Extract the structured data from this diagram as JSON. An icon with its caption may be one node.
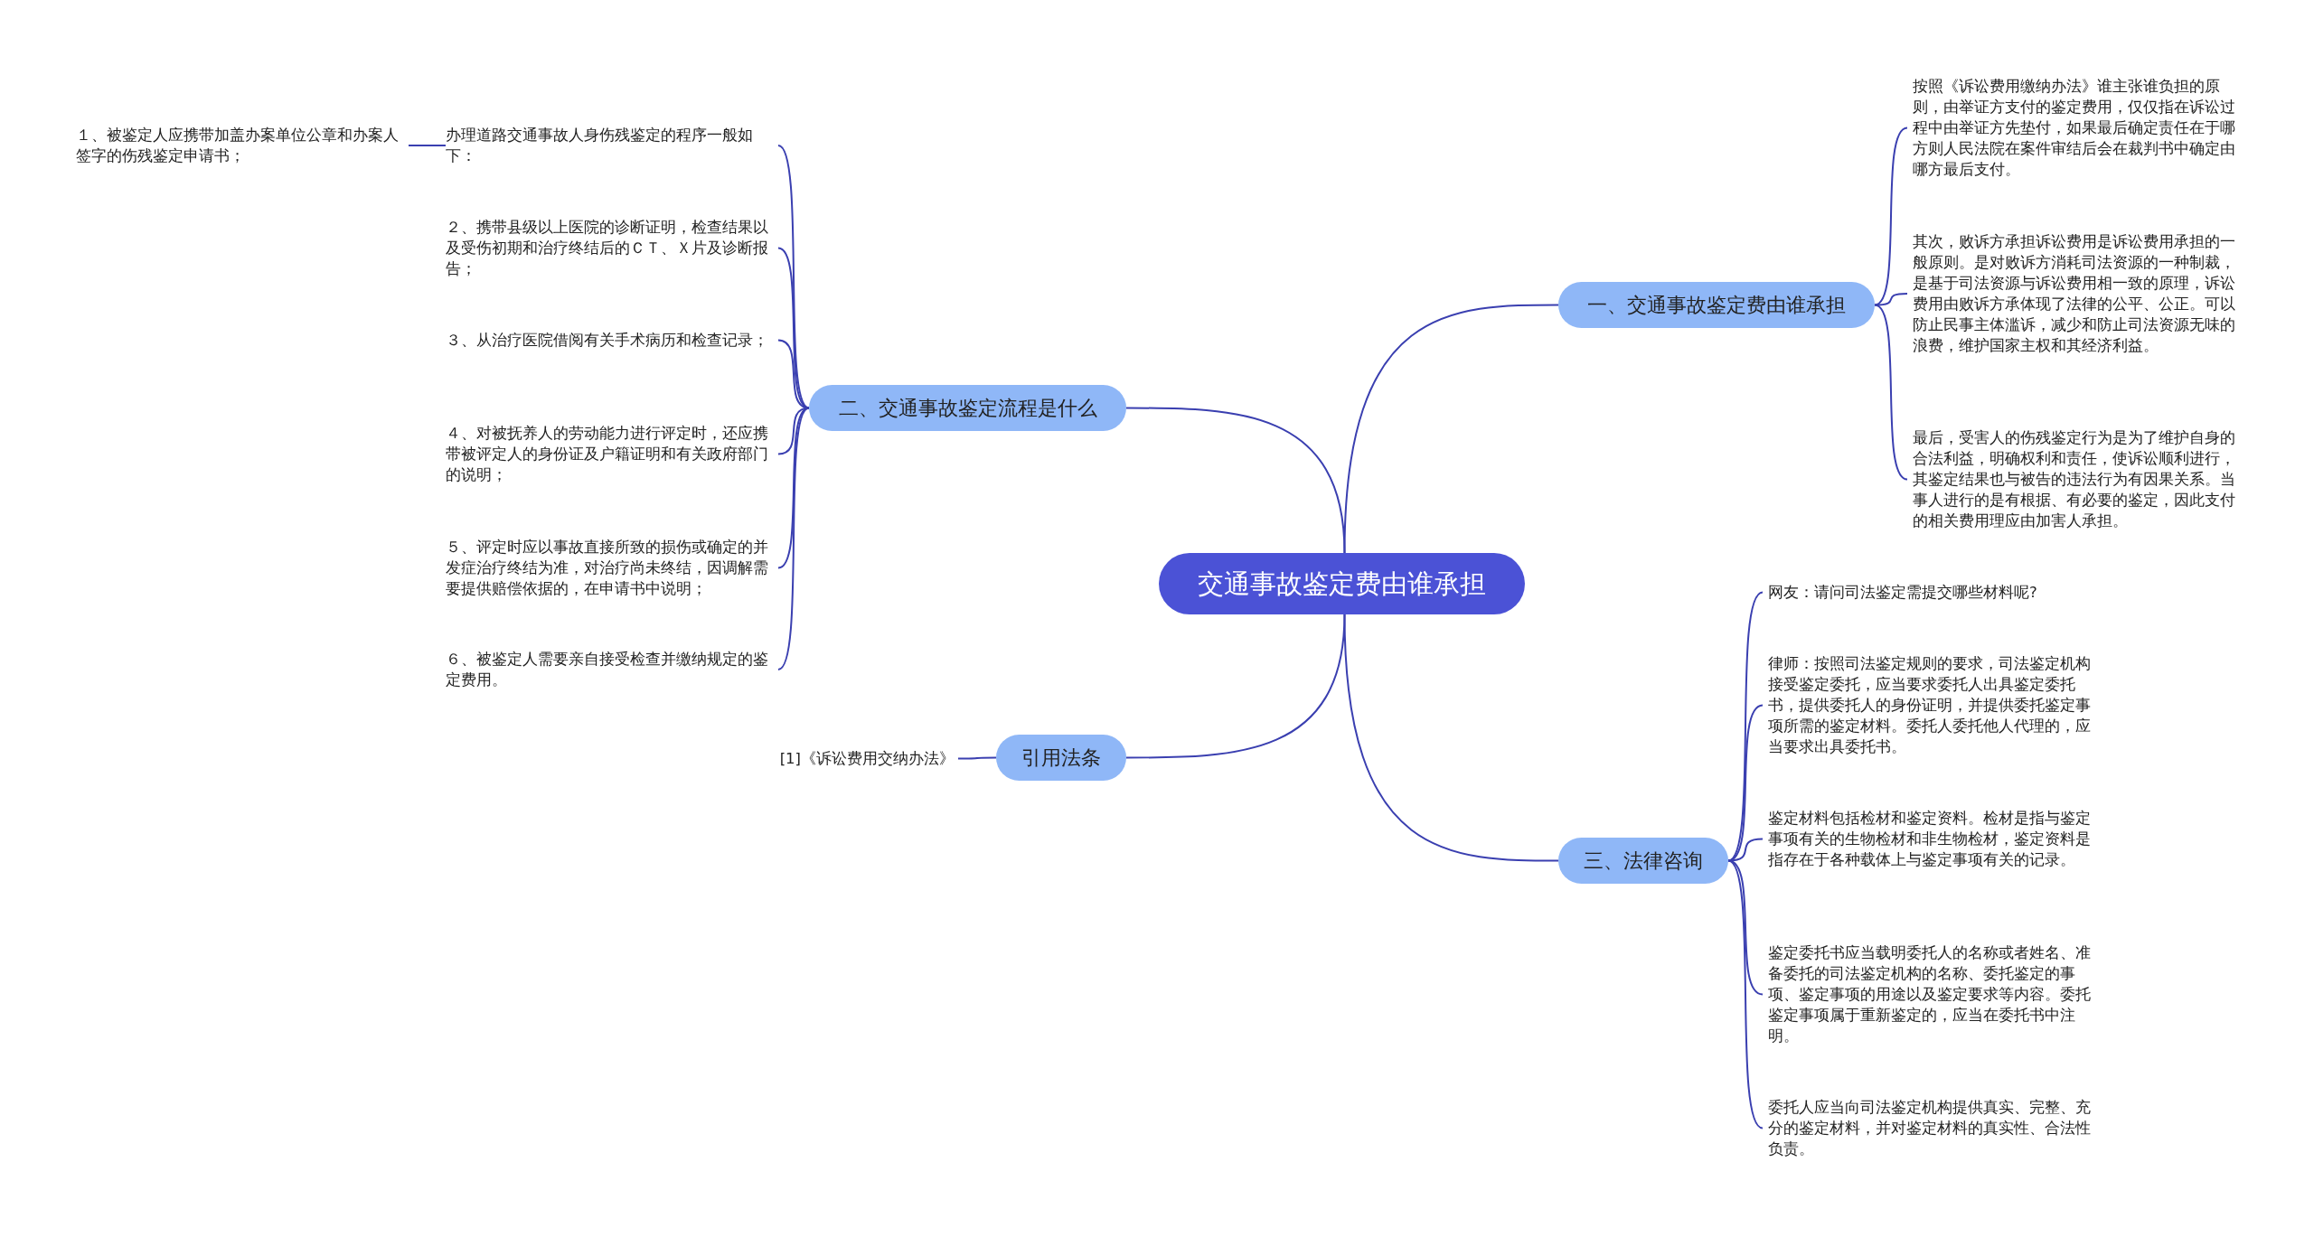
{
  "diagram": {
    "nodes": [
      {
        "text": [
          "交通事故鉴定费由谁承担"
        ]
      },
      {
        "text": [
          "一、交通事故鉴定费由谁承担"
        ]
      },
      {
        "text": [
          "按照《诉讼费用缴纳办法》谁主张谁负担的原则，由举证方支付的鉴定费用，仅仅指在诉讼过程中由举证方先垫付，如果最后确定责任在于哪方则人民法院在案件审结后会在裁判书中确定由哪方最后支付。"
        ]
      },
      {
        "text": [
          "其次，败诉方承担诉讼费用是诉讼费用承担的一般原则。是对败诉方消耗司法资源的一种制裁，是基于司法资源与诉讼费用相一致的原理，诉讼费用由败诉方承体现了法律的公平、公正。可以防止民事主体滥诉，减少和防止司法资源无味的浪费，维护国家主权和其经济利益。"
        ]
      },
      {
        "text": [
          "最后，受害人的伤残鉴定行为是为了维护自身的合法利益，明确权利和责任，使诉讼顺利进行，其鉴定结果也与被告的违法行为有因果关系。当事人进行的是有根据、有必要的鉴定，因此支付的相关费用理应由加害人承担。"
        ]
      },
      {
        "text": [
          "二、交通事故鉴定流程是什么"
        ]
      },
      {
        "text": [
          "办理道路交通事故人身伤残鉴定的程序一般如下："
        ]
      },
      {
        "text": [
          "１、被鉴定人应携带加盖办案单位公章和办案人签字的伤残鉴定申请书；"
        ]
      },
      {
        "text": [
          "２、携带县级以上医院的诊断证明，检查结果以及受伤初期和治疗终结后的ＣＴ、Ｘ片及诊断报告；"
        ]
      },
      {
        "text": [
          "３、从治疗医院借阅有关手术病历和检查记录；"
        ]
      },
      {
        "text": [
          "４、对被抚养人的劳动能力进行评定时，还应携带被评定人的身份证及户籍证明和有关政府部门的说明；"
        ]
      },
      {
        "text": [
          "５、评定时应以事故直接所致的损伤或确定的并发症治疗终结为准，对治疗尚未终结，因调解需要提供赔偿依据的，在申请书中说明；"
        ]
      },
      {
        "text": [
          "６、被鉴定人需要亲自接受检查并缴纳规定的鉴定费用。"
        ]
      },
      {
        "text": [
          "引用法条"
        ]
      },
      {
        "text": [
          "[1]《诉讼费用交纳办法》"
        ]
      },
      {
        "text": [
          "三、法律咨询"
        ]
      },
      {
        "text": [
          "网友：请问司法鉴定需提交哪些材料呢?"
        ]
      },
      {
        "text": [
          "律师：按照司法鉴定规则的要求，司法鉴定机构接受鉴定委托，应当要求委托人出具鉴定委托书，提供委托人的身份证明，并提供委托鉴定事项所需的鉴定材料。委托人委托他人代理的，应当要求出具委托书。"
        ]
      },
      {
        "text": [
          "鉴定材料包括检材和鉴定资料。检材是指与鉴定事项有关的生物检材和非生物检材，鉴定资料是指存在于各种载体上与鉴定事项有关的记录。"
        ]
      },
      {
        "text": [
          "鉴定委托书应当载明委托人的名称或者姓名、准备委托的司法鉴定机构的名称、委托鉴定的事项、鉴定事项的用途以及鉴定要求等内容。委托鉴定事项属于重新鉴定的，应当在委托书中注明。"
        ]
      },
      {
        "text": [
          "委托人应当向司法鉴定机构提供真实、完整、充分的鉴定材料，并对鉴定材料的真实性、合法性负责。"
        ]
      }
    ],
    "edges": [
      {
        "from": 0,
        "to": 1,
        "arrow": "none"
      },
      {
        "from": 1,
        "to": 2,
        "arrow": "none"
      },
      {
        "from": 1,
        "to": 3,
        "arrow": "none"
      },
      {
        "from": 1,
        "to": 4,
        "arrow": "none"
      },
      {
        "from": 0,
        "to": 5,
        "arrow": "none"
      },
      {
        "from": 5,
        "to": 6,
        "arrow": "none"
      },
      {
        "from": 6,
        "to": 7,
        "arrow": "none"
      },
      {
        "from": 5,
        "to": 8,
        "arrow": "none"
      },
      {
        "from": 5,
        "to": 9,
        "arrow": "none"
      },
      {
        "from": 5,
        "to": 10,
        "arrow": "none"
      },
      {
        "from": 5,
        "to": 11,
        "arrow": "none"
      },
      {
        "from": 5,
        "to": 12,
        "arrow": "none"
      },
      {
        "from": 0,
        "to": 13,
        "arrow": "none"
      },
      {
        "from": 13,
        "to": 14,
        "arrow": "none"
      },
      {
        "from": 0,
        "to": 15,
        "arrow": "none"
      },
      {
        "from": 15,
        "to": 16,
        "arrow": "none"
      },
      {
        "from": 15,
        "to": 17,
        "arrow": "none"
      },
      {
        "from": 15,
        "to": 18,
        "arrow": "none"
      },
      {
        "from": 15,
        "to": 19,
        "arrow": "none"
      },
      {
        "from": 15,
        "to": 20,
        "arrow": "none"
      }
    ]
  }
}
